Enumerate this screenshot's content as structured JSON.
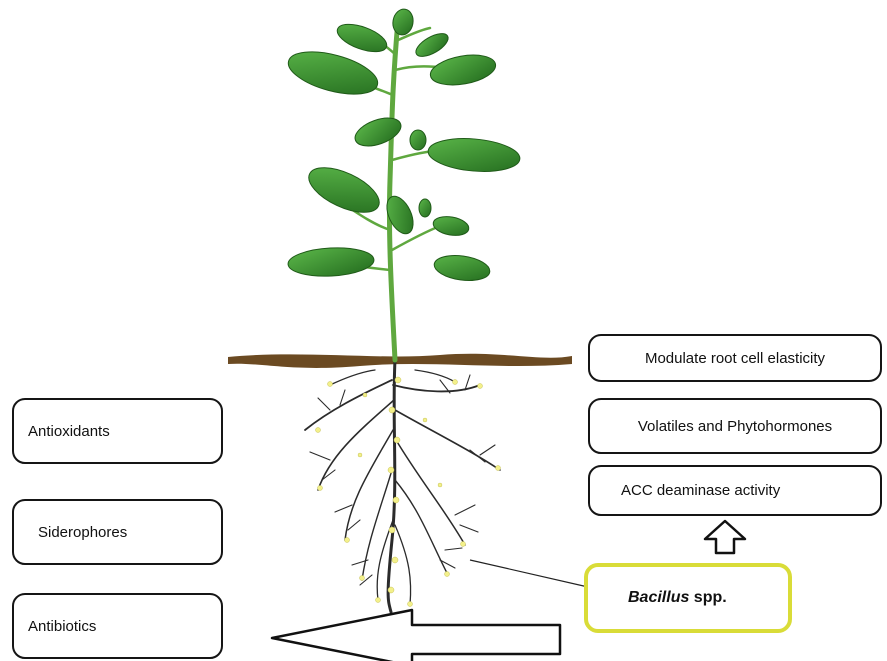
{
  "left_boxes": {
    "antioxidants": "Antioxidants",
    "siderophores": "Siderophores",
    "antibiotics": "Antibiotics"
  },
  "right_boxes": {
    "modulate": "Modulate root cell elasticity",
    "volatiles": "Volatiles and Phytohormones",
    "acc": "ACC deaminase activity"
  },
  "bacillus": {
    "genus": "Bacillus",
    "suffix": " spp."
  },
  "colors": {
    "leaf": "#3a8a2c",
    "stem": "#5fa83f",
    "soil": "#6b4a22",
    "root": "#2b2b2b",
    "bacteria": "#f3f08a",
    "highlight_border": "#d9dc38"
  }
}
